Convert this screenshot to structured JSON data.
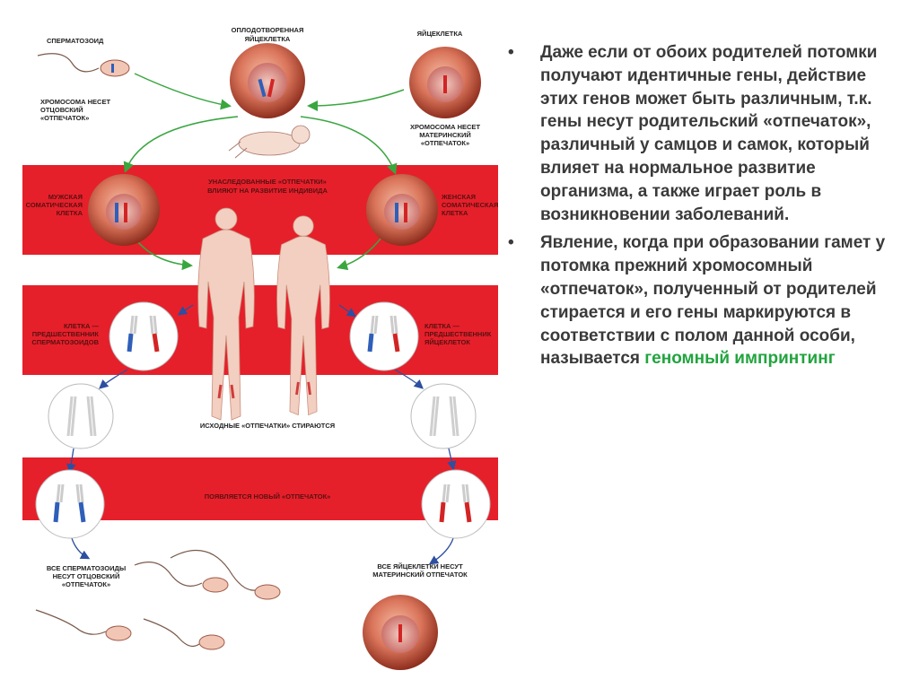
{
  "diagram": {
    "labels": {
      "sperm": "СПЕРМАТОЗОИД",
      "zygote_1": "ОПЛОДОТВОРЕННАЯ",
      "zygote_2": "ЯЙЦЕКЛЕТКА",
      "egg": "ЯЙЦЕКЛЕТКА",
      "paternal_1": "ХРОМОСОМА НЕСЕТ",
      "paternal_2": "ОТЦОВСКИЙ",
      "paternal_3": "«ОТПЕЧАТОК»",
      "maternal_1": "ХРОМОСОМА НЕСЕТ",
      "maternal_2": "МАТЕРИНСКИЙ",
      "maternal_3": "«ОТПЕЧАТОК»",
      "inherited_1": "УНАСЛЕДОВАННЫЕ «ОТПЕЧАТКИ»",
      "inherited_2": "ВЛИЯЮТ НА РАЗВИТИЕ ИНДИВИДА",
      "male_cell_1": "МУЖСКАЯ",
      "male_cell_2": "СОМАТИЧЕСКАЯ",
      "male_cell_3": "КЛЕТКА",
      "female_cell_1": "ЖЕНСКАЯ",
      "female_cell_2": "СОМАТИЧЕСКАЯ",
      "female_cell_3": "КЛЕТКА",
      "sperm_precursor_1": "КЛЕТКА —",
      "sperm_precursor_2": "ПРЕДШЕСТВЕННИК",
      "sperm_precursor_3": "СПЕРМАТОЗОИДОВ",
      "egg_precursor_1": "КЛЕТКА —",
      "egg_precursor_2": "ПРЕДШЕСТВЕННИК",
      "egg_precursor_3": "ЯЙЦЕКЛЕТОК",
      "erased": "ИСХОДНЫЕ «ОТПЕЧАТКИ» СТИРАЮТСЯ",
      "new_imprint": "ПОЯВЛЯЕТСЯ НОВЫЙ «ОТПЕЧАТОК»",
      "all_sperm_1": "ВСЕ СПЕРМАТОЗОИДЫ",
      "all_sperm_2": "НЕСУТ ОТЦОВСКИЙ",
      "all_sperm_3": "«ОТПЕЧАТОК»",
      "all_eggs_1": "ВСЕ ЯЙЦЕКЛЕТКИ НЕСУТ",
      "all_eggs_2": "МАТЕРИНСКИЙ ОТПЕЧАТОК"
    },
    "colors": {
      "band": "#e5202b",
      "arrow_green": "#3aa640",
      "arrow_blue": "#2c4fa0",
      "paternal_chromosome": "#2f5fb8",
      "maternal_chromosome": "#d32424"
    }
  },
  "text": {
    "bullet_symbol": "•",
    "bullet1": "Даже если от обоих родителей потомки получают идентичные гены, действие этих генов может быть различным, т.к. гены несут родительский «отпечаток», различный у самцов и самок, который влияет на нормальное развитие организма, а также играет роль в возникновении заболеваний.",
    "bullet2_start": "Явление, когда при образовании гамет у потомка прежний хромосомный «отпечаток», полученный от родителей стирается и его гены маркируются в соответствии с полом данной особи, называется ",
    "bullet2_term": "геномный импринтинг"
  }
}
